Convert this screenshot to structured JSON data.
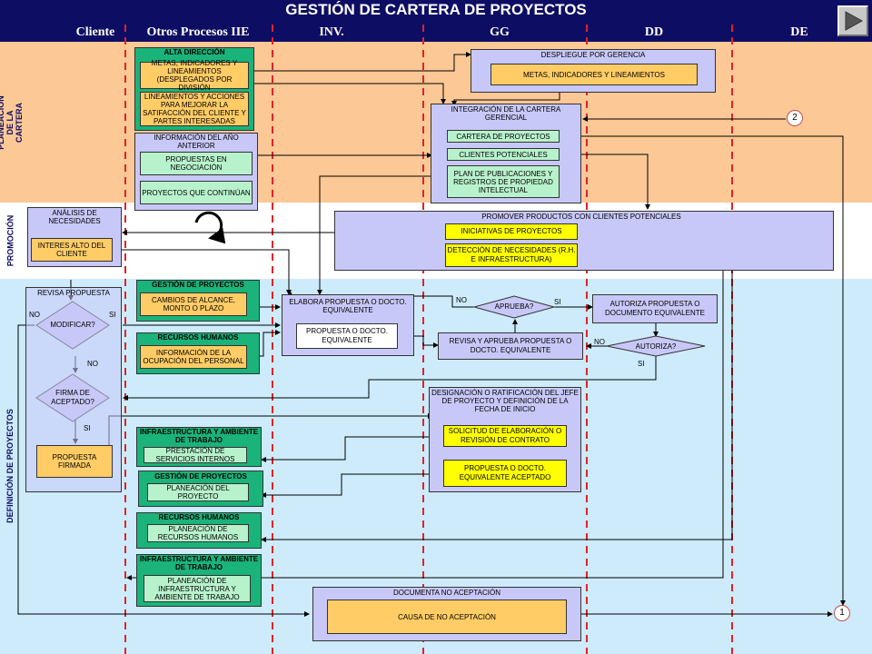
{
  "title": "GESTIÓN DE CARTERA DE PROYECTOS",
  "columns": [
    "Cliente",
    "Otros Procesos IIE",
    "INV.",
    "GG",
    "DD",
    "DE"
  ],
  "lanes": {
    "planeacion": "PLANEACIÓN DE LA CARTERA",
    "promocion": "PROMOCIÓN",
    "definicion": "DEFINICIÓN DE PROYECTOS"
  },
  "colors": {
    "header": "#0d0d63",
    "planeacion_bg": "#fcc896",
    "definicion_bg": "#cdebfb",
    "process_box": "#c8c8f8",
    "other_process": "#1ab37a",
    "document": "#ffcc66",
    "highlight": "#ffff00",
    "divider": "#e0222a"
  },
  "nav": {
    "icon": "play-triangle-icon"
  },
  "alta_direccion": {
    "header": "ALTA DIRECCIÓN",
    "doc1": "METAS, INDICADORES Y LINEAMIENTOS (DESPLEGADOS POR DIVISIÓN",
    "doc2": "LINEAMIENTOS Y ACCIONES PARA MEJORAR LA SATIFACCIÓN DEL CLIENTE Y PARTES INTERESADAS"
  },
  "info_anio": {
    "header": "INFORMACIÓN DEL AÑO ANTERIOR",
    "doc1": "PROPUESTAS EN NEGOCIACIÓN",
    "doc2": "PROYECTOS QUE CONTINÚAN"
  },
  "despliegue": {
    "header": "DESPLIEGUE POR GERENCIA",
    "doc": "METAS, INDICADORES Y LINEAMIENTOS"
  },
  "integracion": {
    "header": "INTEGRACIÓN DE LA CARTERA GERENCIAL",
    "doc1": "CARTERA DE PROYECTOS",
    "doc2": "CLIENTES POTENCIALES",
    "doc3": "PLAN DE PUBLICACIONES Y REGISTROS DE PROPIEDAD INTELECTUAL"
  },
  "connectors": {
    "c1": "1",
    "c2": "2"
  },
  "analisis": {
    "header": "ANÁLISIS DE NECESIDADES",
    "doc": "INTERES ALTO DEL CLIENTE"
  },
  "promover": {
    "header": "PROMOVER PRODUCTOS CON CLIENTES POTENCIALES",
    "doc1": "INICIATIVAS DE PROYECTOS",
    "doc2": "DETECCIÓN DE NECESIDADES (R.H. E INFRAESTRUCTURA)"
  },
  "revisa_propuesta": {
    "header": "REVISA PROPUESTA",
    "decision1": "MODIFICAR?",
    "decision2": "FIRMA DE ACEPTADO?",
    "doc": "PROPUESTA FIRMADA",
    "no1": "NO",
    "si1": "SI",
    "no2": "NO",
    "si2": "SI"
  },
  "gestion_proy_1": {
    "header": "GESTIÓN DE PROYECTOS",
    "doc": "CAMBIOS DE ALCANCE, MONTO O PLAZO"
  },
  "recursos_humanos_1": {
    "header": "RECURSOS HUMANOS",
    "doc": "INFORMACIÓN DE LA OCUPACIÓN DEL PERSONAL"
  },
  "elabora": {
    "header": "ELABORA PROPUESTA O DOCTO. EQUIVALENTE",
    "doc": "PROPUESTA O DOCTO. EQUIVALENTE"
  },
  "aprueba": {
    "text": "APRUEBA?",
    "no": "NO",
    "si": "SI"
  },
  "autoriza_box": {
    "text": "AUTORIZA PROPUESTA O DOCUMENTO EQUIVALENTE"
  },
  "autoriza": {
    "text": "AUTORIZA?",
    "no": "NO",
    "si": "SI"
  },
  "revisa_aprueba": {
    "text": "REVISA Y APRUEBA PROPUESTA O DOCTO. EQUIVALENTE"
  },
  "designacion": {
    "header": "DESIGNACIÓN O RATIFICACIÓN DEL JEFE DE PROYECTO Y DEFINICIÓN DE LA FECHA DE INICIO",
    "doc1": "SOLICITUD DE ELABORACIÓN O REVISIÓN DE CONTRATO",
    "doc2": "PROPUESTA O DOCTO. EQUIVALENTE ACEPTADO"
  },
  "infra_1": {
    "header": "INFRAESTRUCTURA Y AMBIENTE DE TRABAJO",
    "doc": "PRESTACIÓN DE SERVICIOS INTERNOS"
  },
  "gestion_proy_2": {
    "header": "GESTIÓN DE PROYECTOS",
    "doc": "PLANEACIÓN DEL PROYECTO"
  },
  "recursos_humanos_2": {
    "header": "RECURSOS HUMANOS",
    "doc": "PLANEACIÓN DE RECURSOS HUMANOS"
  },
  "infra_2": {
    "header": "INFRAESTRUCTURA Y AMBIENTE DE TRABAJO",
    "doc": "PLANEACIÓN DE INFRAESTRUCTURA Y AMBIENTE DE TRABAJO"
  },
  "no_aceptacion": {
    "header": "DOCUMENTA NO ACEPTACIÓN",
    "doc": "CAUSA DE NO ACEPTACIÓN"
  }
}
